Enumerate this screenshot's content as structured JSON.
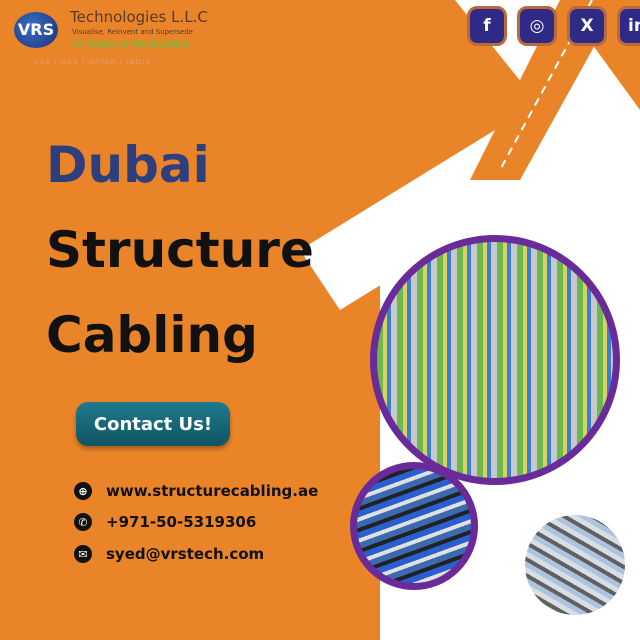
{
  "logo": {
    "mark": "VRS",
    "company": "Technologies L.L.C",
    "tagline": "Visualise, Reinvent and Supersede",
    "badge": "15 YEARS OF EXCELLENCE",
    "regions": "UAE | USA | QATAR | INDIA"
  },
  "social": [
    {
      "icon": "facebook-icon",
      "glyph": "f"
    },
    {
      "icon": "instagram-icon",
      "glyph": "◎"
    },
    {
      "icon": "x-icon",
      "glyph": "X"
    },
    {
      "icon": "linkedin-icon",
      "glyph": "in"
    }
  ],
  "headline": {
    "line1": "Dubai",
    "line2": "Structure",
    "line3": "Cabling"
  },
  "cta": "Contact Us!",
  "contacts": [
    {
      "icon": "globe-icon",
      "glyph": "⊕",
      "text": "www.structurecabling.ae"
    },
    {
      "icon": "whatsapp-icon",
      "glyph": "✆",
      "text": "+971-50-5319306"
    },
    {
      "icon": "email-icon",
      "glyph": "✉",
      "text": "syed@vrstech.com"
    }
  ],
  "colors": {
    "orange": "#ea8428",
    "navy": "#2e3f7e",
    "purple": "#6a2a9a",
    "teal": "#1f7a8c"
  }
}
